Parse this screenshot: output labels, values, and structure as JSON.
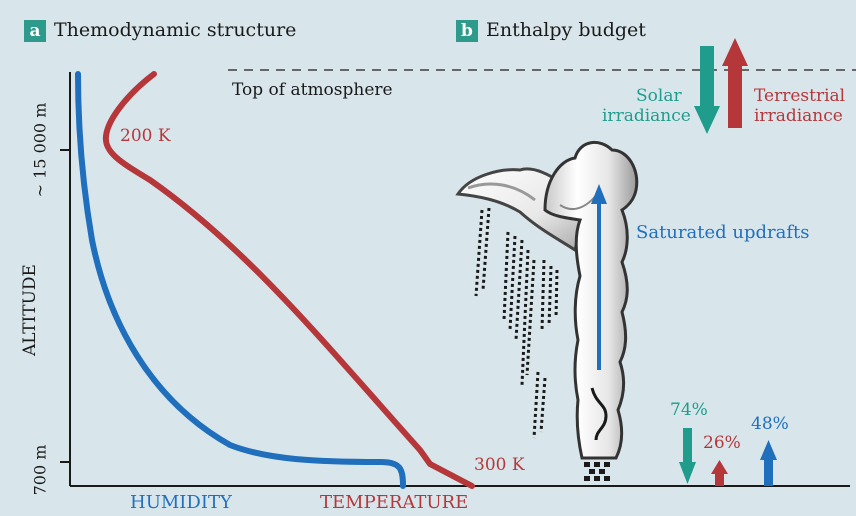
{
  "panels": {
    "a": {
      "letter": "a",
      "title": "Themodynamic structure"
    },
    "b": {
      "letter": "b",
      "title": "Enthalpy budget"
    }
  },
  "axes": {
    "y_label": "ALTITUDE",
    "y_tick_top": "~ 15 000 m",
    "y_tick_bottom": "700 m",
    "x_label_humidity": "HUMIDITY",
    "x_label_temperature": "TEMPERATURE"
  },
  "profile_labels": {
    "temp_top": "200 K",
    "temp_bottom": "300 K"
  },
  "annotations": {
    "top_of_atmosphere": "Top of atmosphere",
    "solar_line1": "Solar",
    "solar_line2": "irradiance",
    "terrestrial_line1": "Terrestrial",
    "terrestrial_line2": "irradiance",
    "saturated_updrafts": "Saturated updrafts"
  },
  "surface_fluxes": {
    "solar_percent": "74%",
    "terrestrial_percent": "26%",
    "updraft_percent": "48%"
  },
  "colors": {
    "background": "#d8e6ec",
    "humidity_blue": "#1f6fbd",
    "temperature_red": "#b5373a",
    "solar_teal": "#1f9c8c",
    "panel_label_bg": "#2e9a8c"
  }
}
